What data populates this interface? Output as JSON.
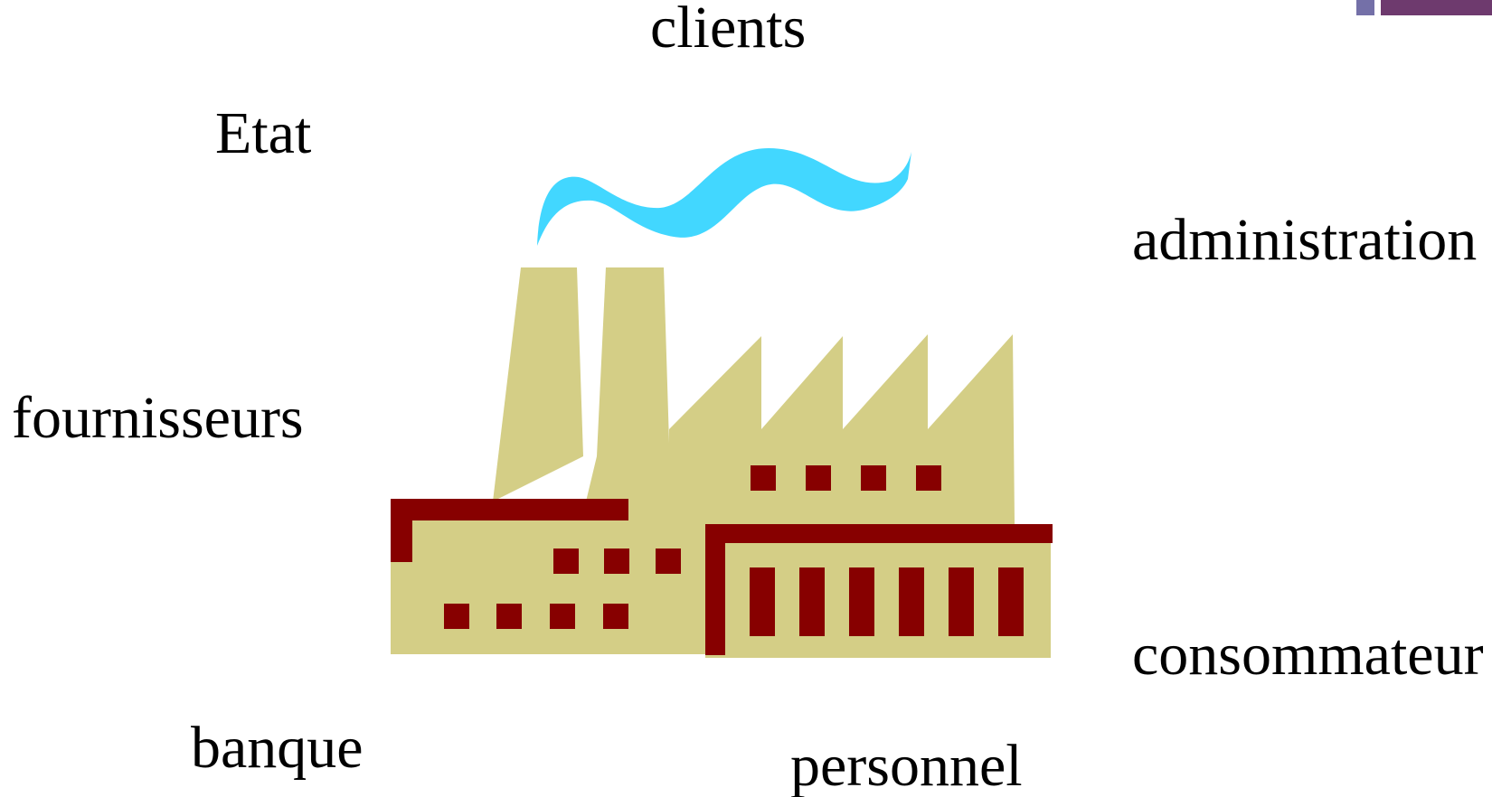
{
  "labels": {
    "clients": "clients",
    "etat": "Etat",
    "administration": "administration",
    "fournisseurs": "fournisseurs",
    "consommateur": "consommateur",
    "banque": "banque",
    "personnel": "personnel"
  },
  "colors": {
    "background": "#ffffff",
    "text": "#000000",
    "factory_body": "#d4ce86",
    "factory_trim": "#870000",
    "smoke": "#42d7ff",
    "accent_small": "#7470a8",
    "accent_large": "#6e3a6e"
  },
  "illustration": {
    "icon": "factory-icon",
    "smoke_icon": "smoke-icon"
  }
}
